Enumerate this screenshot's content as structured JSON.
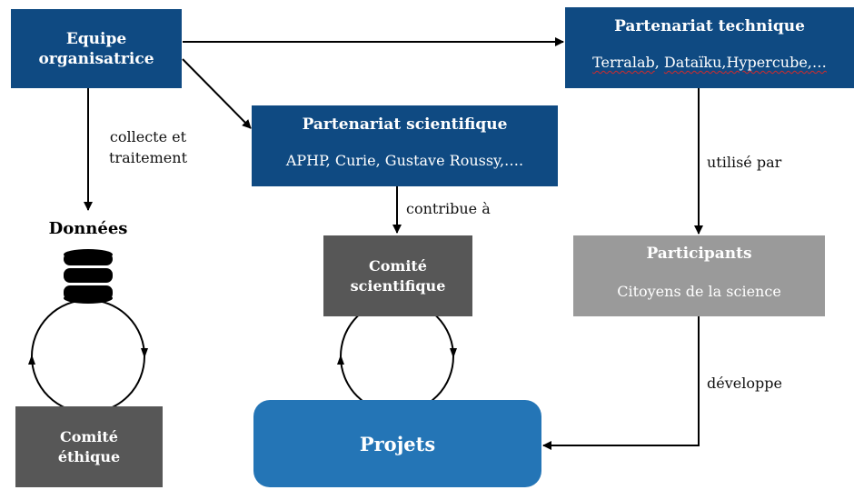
{
  "nodes": {
    "organisers": {
      "line1": "Equipe",
      "line2": "organisatrice"
    },
    "tech_partner": {
      "title": "Partenariat technique",
      "part1": "Terralab",
      "sep1": ", ",
      "part2": "Dataïku",
      "sep2": ",",
      "part3": "Hypercube",
      "part4": ",…"
    },
    "sci_partner": {
      "title": "Partenariat scientifique",
      "subtitle": "APHP, Curie, Gustave Roussy,…."
    },
    "data": {
      "label": "Données",
      "icon": "database-icon"
    },
    "sci_committee": {
      "line1": "Comité",
      "line2": "scientifique"
    },
    "participants": {
      "title": "Participants",
      "subtitle": "Citoyens de la science"
    },
    "ethics_committee": {
      "line1": "Comité",
      "line2": "éthique"
    },
    "projects": {
      "label": "Projets"
    }
  },
  "edges": {
    "collect": {
      "line1": "collecte et",
      "line2": "traitement"
    },
    "contributes": "contribue à",
    "used_by": "utilisé par",
    "develops": "développe"
  },
  "colors": {
    "navy": "#0f4a82",
    "dark_grey": "#575757",
    "grey": "#9a9a9a",
    "blue": "#2475b6",
    "arrow": "#000000",
    "spellcheck_underline": "#d42a2a"
  }
}
